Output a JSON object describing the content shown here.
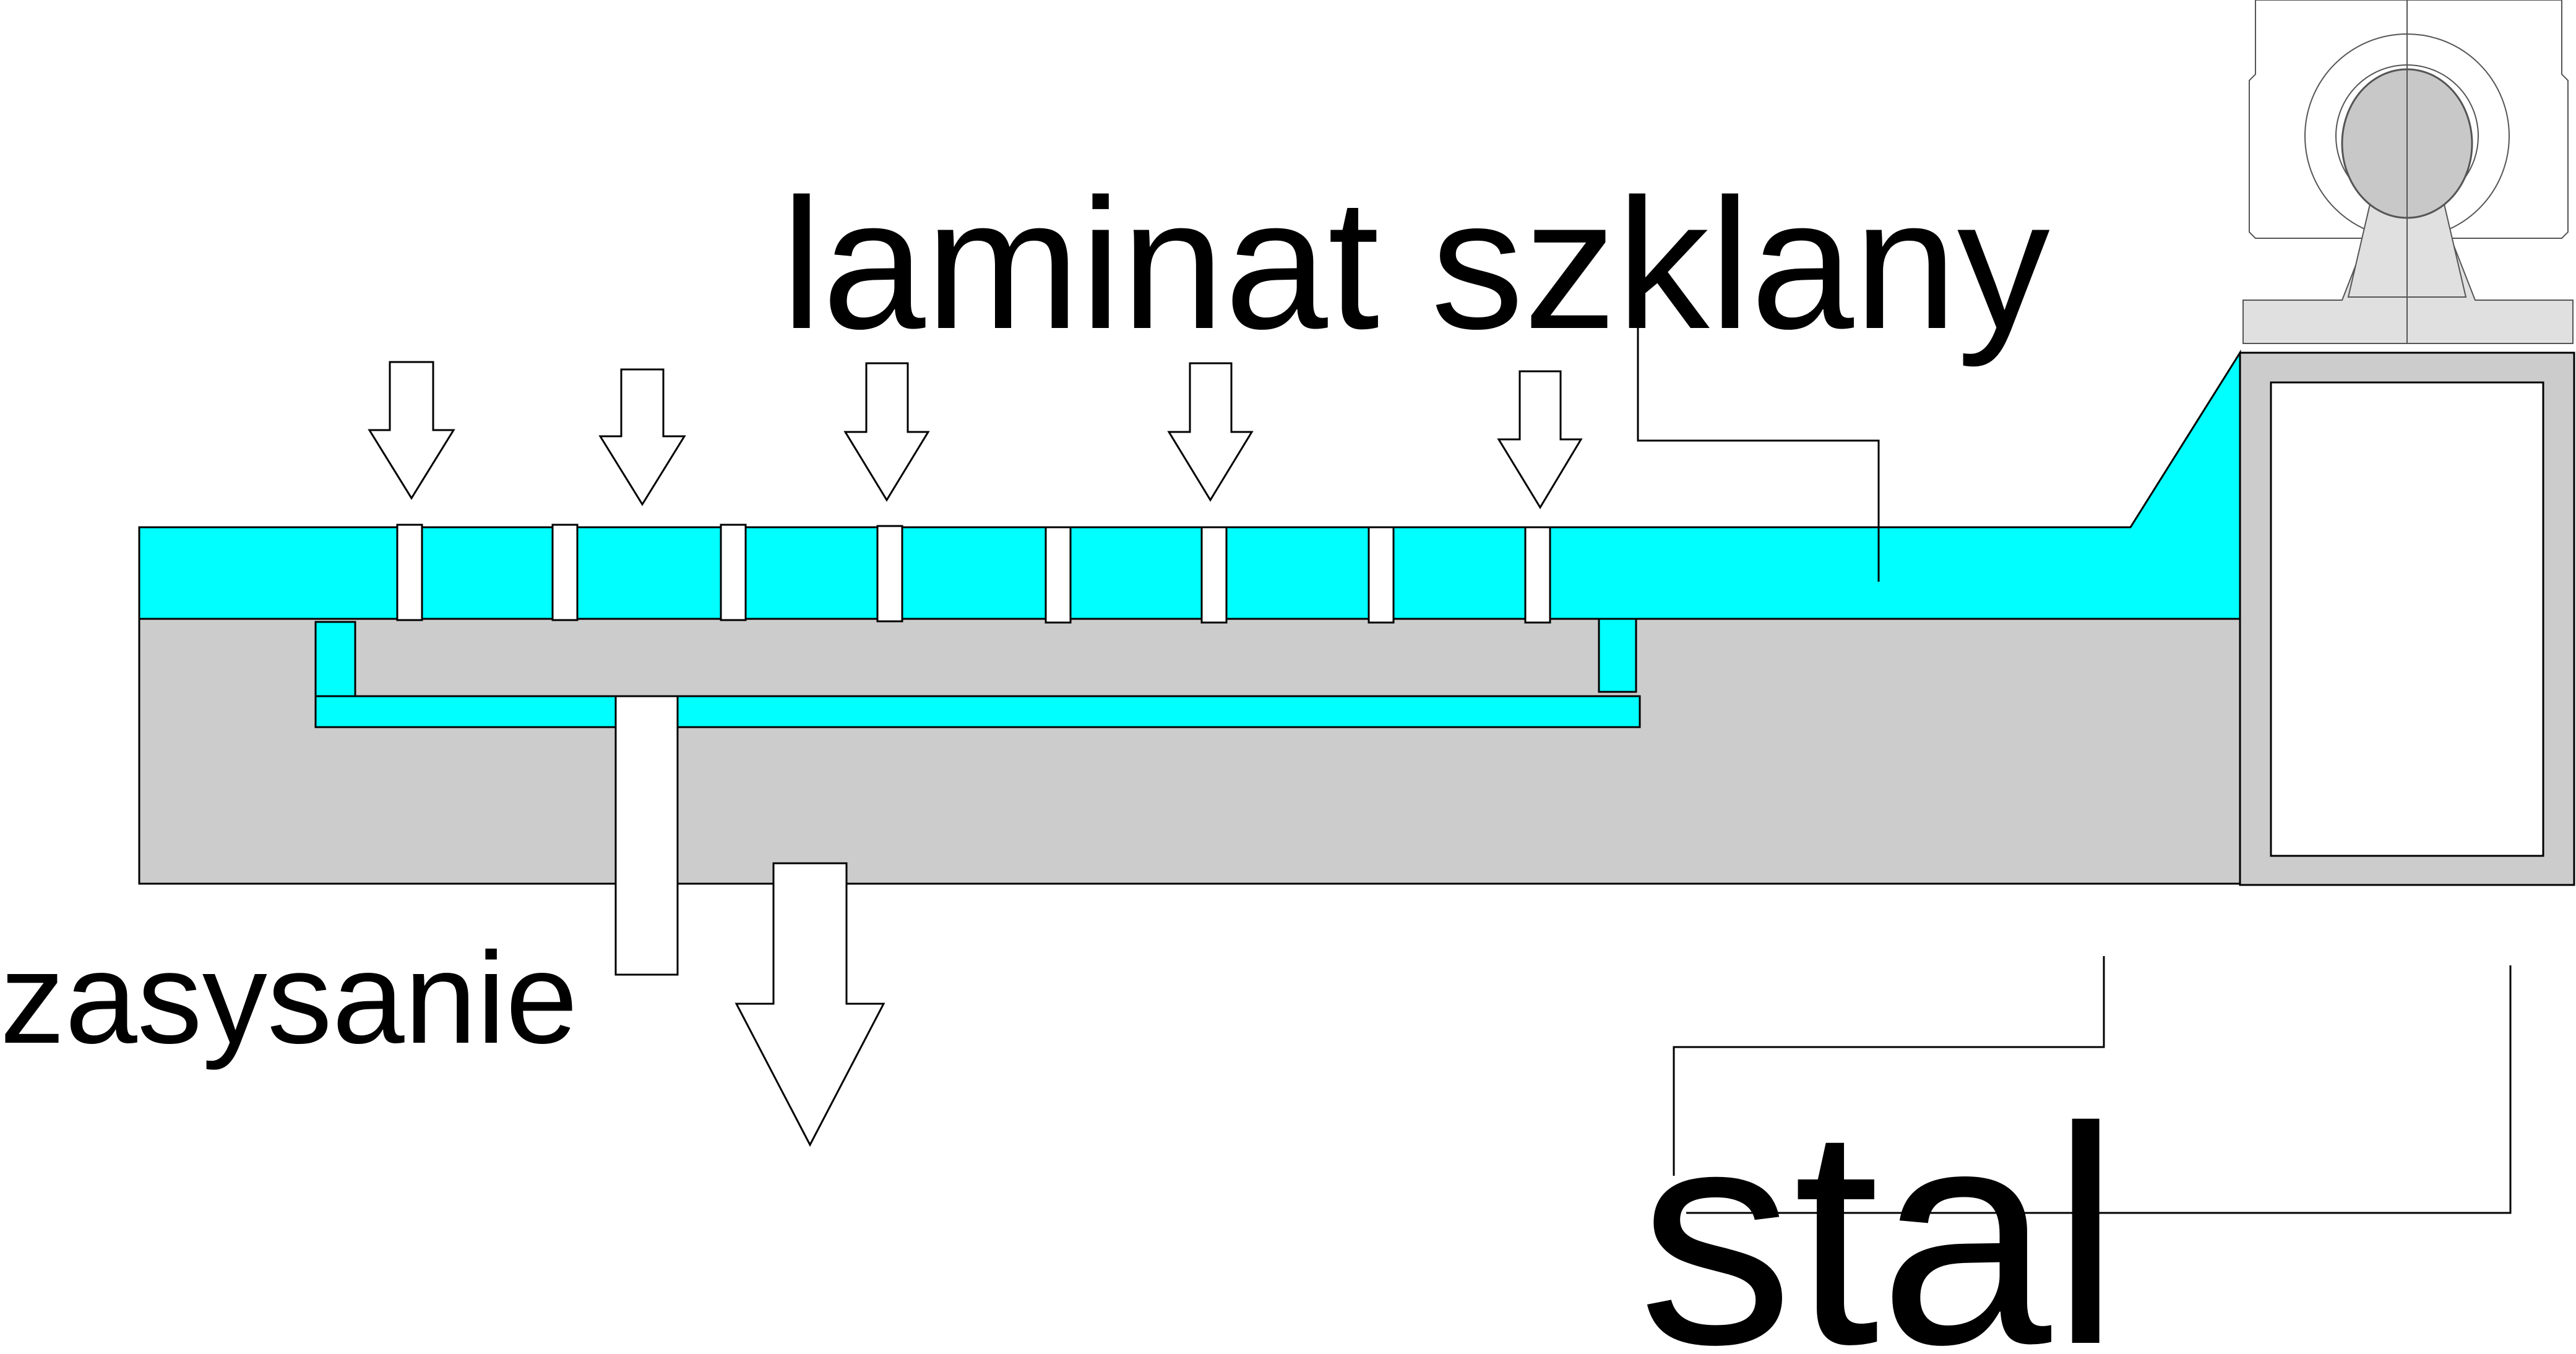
{
  "labels": {
    "laminat": "laminat szklany",
    "zasysanie": "zasysanie",
    "stal": "stal"
  },
  "colors": {
    "laminate": "#00FFFF",
    "steel": "#CCCCCC",
    "background": "#FFFFFF",
    "lines": "#000000",
    "holder": "#E0E0E0"
  },
  "icons": {
    "pressure_arrows": "arrow-down-icon",
    "suction_arrow": "arrow-down-icon",
    "roller": "roller-bearing-icon"
  }
}
